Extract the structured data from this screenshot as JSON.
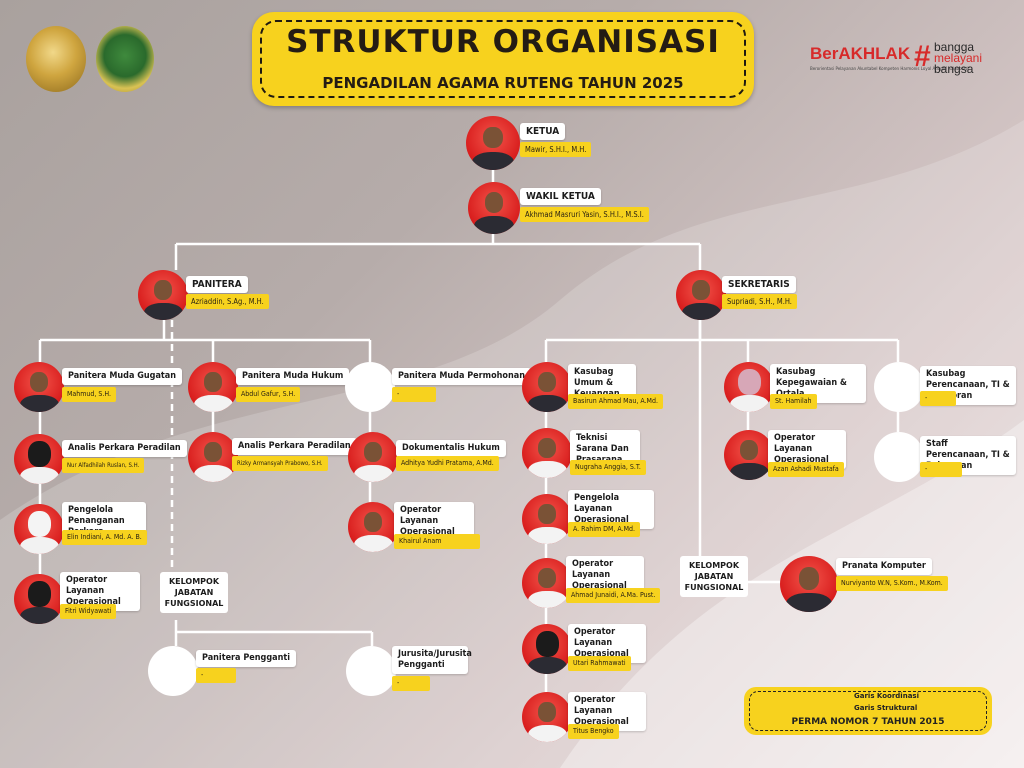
{
  "header": {
    "title": "STRUKTUR ORGANISASI",
    "subtitle": "PENGADILAN AGAMA RUTENG TAHUN 2025"
  },
  "branding": {
    "berakhlak": "BerAKHLAK",
    "berakhlak_sub": "Berorientasi Pelayanan Akuntabel Kompeten Harmonis Loyal Adaptif Kolaboratif",
    "hash": "#",
    "tag_line1": "bangga",
    "tag_line2": "melayani",
    "tag_line3": "bangsa"
  },
  "nodes": {
    "ketua": {
      "role": "KETUA",
      "name": "Mawir, S.H.I., M.H."
    },
    "wakil": {
      "role": "WAKIL KETUA",
      "name": "Akhmad Masruri Yasin, S.H.I., M.S.I."
    },
    "panitera": {
      "role": "PANITERA",
      "name": "Azriaddin, S.Ag., M.H."
    },
    "sekretaris": {
      "role": "SEKRETARIS",
      "name": "Supriadi, S.H., M.H."
    },
    "pm_gugatan": {
      "role": "Panitera Muda Gugatan",
      "name": "Mahmud, S.H."
    },
    "analis_1": {
      "role": "Analis Perkara Peradilan",
      "name": "Nur Alfadhilah Ruslan, S.H."
    },
    "pengelola_pp": {
      "role": "Pengelola Penanganan Perkara",
      "name": "Elin Indiani, A. Md. A. B."
    },
    "operator_1": {
      "role": "Operator Layanan Operasional",
      "name": "Fitri Widyawati"
    },
    "pm_hukum": {
      "role": "Panitera Muda Hukum",
      "name": "Abdul Gafur, S.H."
    },
    "analis_2": {
      "role": "Analis Perkara Peradilan",
      "name": "Rizky Armansyah Prabowo, S.H."
    },
    "pm_permohonan": {
      "role": "Panitera Muda Permohonan",
      "name": "-"
    },
    "dokumentalis": {
      "role": "Dokumentalis Hukum",
      "name": "Adhitya Yudhi Pratama, A.Md."
    },
    "operator_2": {
      "role": "Operator Layanan Operasional",
      "name": "Khairul Anam"
    },
    "pengganti": {
      "role": "Panitera Pengganti",
      "name": "-"
    },
    "jurusita": {
      "role": "Jurusita/Jurusita Pengganti",
      "name": "-"
    },
    "kasubag_umum": {
      "role": "Kasubag Umum & Keuangan",
      "name": "Basirun Ahmad Mau, A.Md."
    },
    "teknisi": {
      "role": "Teknisi Sarana Dan Prasarana",
      "name": "Nugraha Anggia, S.T."
    },
    "pengelola_lo": {
      "role": "Pengelola Layanan Operasional",
      "name": "A. Rahim DM, A.Md."
    },
    "operator_3": {
      "role": "Operator Layanan Operasional",
      "name": "Ahmad Junaidi, A.Ma. Pust."
    },
    "operator_4": {
      "role": "Operator Layanan Operasional",
      "name": "Utari Rahmawati"
    },
    "operator_5": {
      "role": "Operator Layanan Operasional",
      "name": "Titus Bengko"
    },
    "kasubag_kep": {
      "role": "Kasubag Kepegawaian & Ortala",
      "name": "St. Hamilah"
    },
    "operator_6": {
      "role": "Operator Layanan Operasional",
      "name": "Azan Ashadi Mustafa"
    },
    "kasubag_ptip": {
      "role": "Kasubag Perencanaan, TI & Pelaporan",
      "name": "-"
    },
    "staff_ptip": {
      "role": "Staff Perencanaan, TI & Pelaporan",
      "name": "-"
    },
    "pranata": {
      "role": "Pranata Komputer",
      "name": "Nurviyanto W.N, S.Kom., M.Kom."
    }
  },
  "groups": {
    "left": "KELOMPOK JABATAN FUNGSIONAL",
    "right": "KELOMPOK JABATAN FUNGSIONAL"
  },
  "legend": {
    "coordination": "Garis Koordinasi",
    "structural": "Garis Struktural",
    "basis": "PERMA NOMOR 7 TAHUN 2015"
  },
  "colors": {
    "accent_yellow": "#f7d21e",
    "avatar_red": "#d81c1c"
  }
}
